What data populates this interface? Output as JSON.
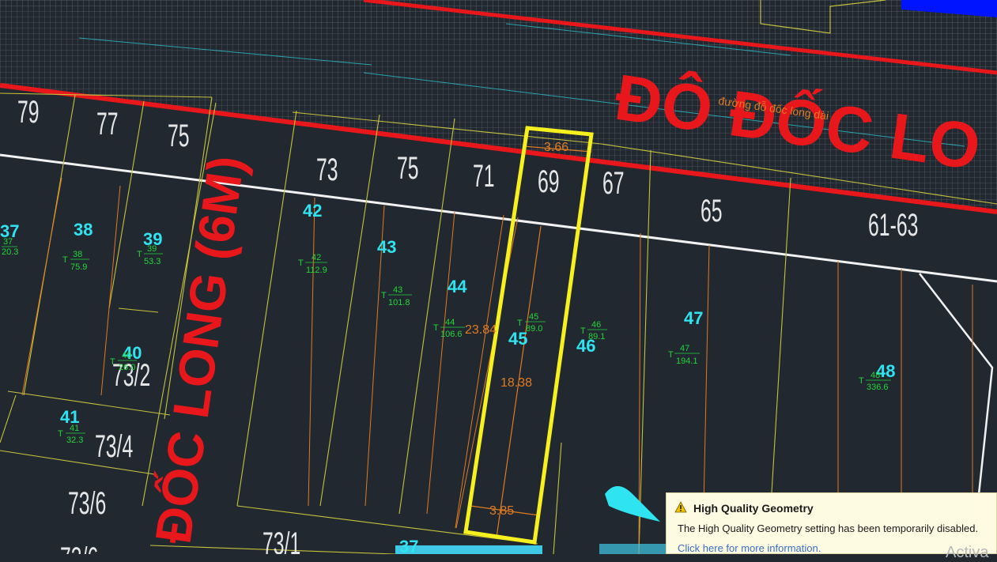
{
  "drawing": {
    "street_top": "ĐÔ ĐỐC LO",
    "street_left": "ĐỐC LONG (6M)",
    "street_small": "đường đỗ đốc long dài",
    "house_numbers": [
      "79",
      "77",
      "75",
      "73",
      "75",
      "71",
      "69",
      "67",
      "65",
      "61-63",
      "73/2",
      "73/4",
      "73/6",
      "73/1",
      "73/6"
    ],
    "lot_ids": [
      "37",
      "38",
      "39",
      "42",
      "43",
      "44",
      "45",
      "46",
      "47",
      "48",
      "40",
      "41",
      "37"
    ],
    "lot_tags": [
      {
        "top": "37",
        "bottom": "20.3"
      },
      {
        "top": "38",
        "bottom": "75.9"
      },
      {
        "top": "39",
        "bottom": "53.3"
      },
      {
        "top": "42",
        "bottom": "112.9"
      },
      {
        "top": "43",
        "bottom": "101.8"
      },
      {
        "top": "44",
        "bottom": "106.6"
      },
      {
        "top": "45",
        "bottom": "89.0"
      },
      {
        "top": "46",
        "bottom": "89.1"
      },
      {
        "top": "47",
        "bottom": "194.1"
      },
      {
        "top": "48",
        "bottom": "336.6"
      },
      {
        "top": "40",
        "bottom": "26.0"
      },
      {
        "top": "41",
        "bottom": "32.3"
      }
    ],
    "tag_prefix": "T",
    "dimensions": [
      "3.66",
      "23.84",
      "18.38",
      "3.85"
    ]
  },
  "notification": {
    "title": "High Quality Geometry",
    "body": "The High Quality Geometry setting has been temporarily disabled.",
    "link": "Click here for more information.",
    "icon": "warning-icon"
  },
  "watermark": "Activa",
  "colors": {
    "background": "#212830",
    "road": "#e8171b",
    "highlight": "#f5f01e",
    "lot_line": "#c7c23c",
    "orange": "#e07b21",
    "cyan": "#2fe3f0",
    "green": "#22d63a"
  }
}
